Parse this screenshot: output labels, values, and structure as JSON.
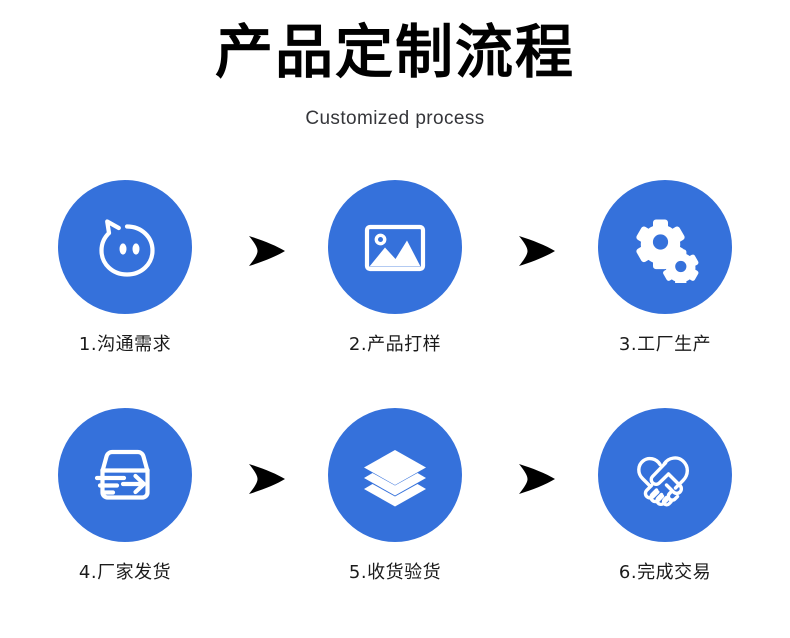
{
  "header": {
    "title": "产品定制流程",
    "subtitle": "Customized process"
  },
  "theme": {
    "circle_color": "#3571db",
    "icon_color": "#ffffff",
    "arrow_color": "#000000",
    "title_color": "#000000",
    "label_color": "#1b1b1b",
    "background": "#ffffff"
  },
  "flow": {
    "rows": [
      {
        "steps": [
          {
            "label": "1.沟通需求",
            "icon": "chat-bubble-face-icon"
          },
          {
            "label": "2.产品打样",
            "icon": "image-picture-icon"
          },
          {
            "label": "3.工厂生产",
            "icon": "gears-icon"
          }
        ],
        "arrows": [
          "arrow-right-icon",
          "arrow-right-icon"
        ]
      },
      {
        "steps": [
          {
            "label": "4.厂家发货",
            "icon": "shipping-box-arrow-icon"
          },
          {
            "label": "5.收货验货",
            "icon": "stacked-layers-icon"
          },
          {
            "label": "6.完成交易",
            "icon": "handshake-heart-icon"
          }
        ],
        "arrows": [
          "arrow-right-icon",
          "arrow-right-icon"
        ]
      }
    ]
  }
}
